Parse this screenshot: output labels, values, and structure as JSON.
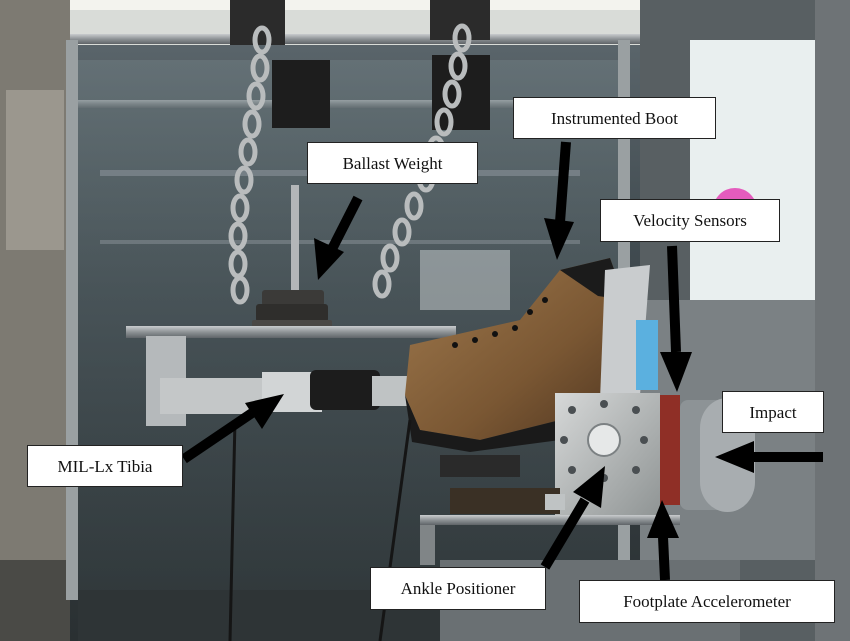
{
  "labels": {
    "instrumented_boot": "Instrumented Boot",
    "ballast_weight": "Ballast Weight",
    "velocity_sensors": "Velocity Sensors",
    "impact": "Impact",
    "mil_lx_tibia": "MIL-Lx Tibia",
    "ankle_positioner": "Ankle Positioner",
    "footplate_accelerometer": "Footplate Accelerometer"
  },
  "colors": {
    "label_background": "#ffffff",
    "label_border": "#222222",
    "arrow": "#000000"
  }
}
